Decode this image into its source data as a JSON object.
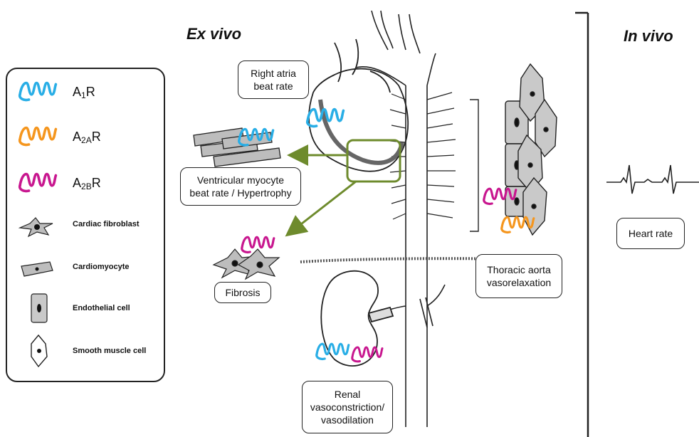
{
  "headers": {
    "ex_vivo": "Ex vivo",
    "in_vivo": "In vivo"
  },
  "legend": {
    "receptors": [
      {
        "prefix": "A",
        "sub": "1",
        "suffix": "R",
        "color": "#29aee6"
      },
      {
        "prefix": "A",
        "sub": "2A",
        "suffix": "R",
        "color": "#f5961e"
      },
      {
        "prefix": "A",
        "sub": "2B",
        "suffix": "R",
        "color": "#c8178f"
      }
    ],
    "cells": [
      {
        "label": "Cardiac fibroblast",
        "icon": "cardiac-fibroblast-icon"
      },
      {
        "label": "Cardiomyocyte",
        "icon": "cardiomyocyte-icon"
      },
      {
        "label": "Endothelial cell",
        "icon": "endothelial-cell-icon"
      },
      {
        "label": "Smooth muscle cell",
        "icon": "smooth-muscle-cell-icon"
      }
    ]
  },
  "labels": {
    "right_atria": [
      "Right atria",
      "beat rate"
    ],
    "ventricular": [
      "Ventricular myocyte",
      "beat rate / Hypertrophy"
    ],
    "fibrosis": "Fibrosis",
    "renal": [
      "Renal",
      "vasoconstriction/",
      "vasodilation"
    ],
    "thoracic": [
      "Thoracic aorta",
      "vasorelaxation"
    ],
    "heart_rate": "Heart rate"
  },
  "colors": {
    "a1": "#29aee6",
    "a2a": "#f5961e",
    "a2b": "#c8178f",
    "arrow": "#6e8b2d",
    "cell": "#bdbdbd"
  }
}
